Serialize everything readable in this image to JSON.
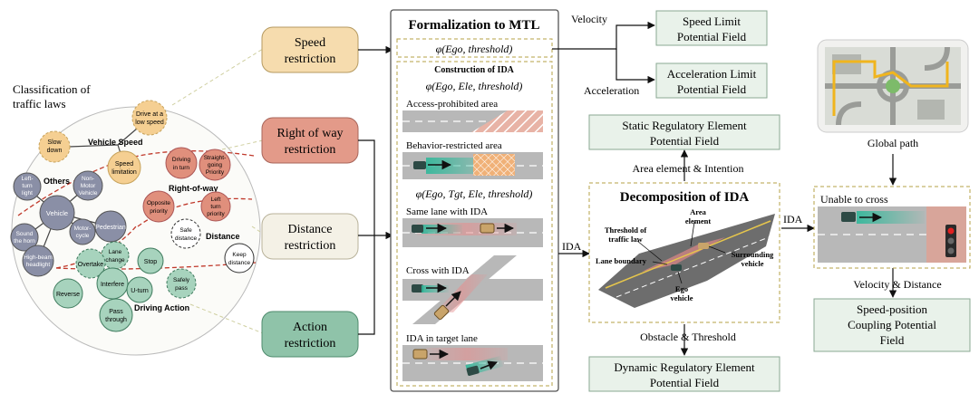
{
  "classification": {
    "title_line1": "Classification of",
    "title_line2": "traffic laws",
    "groups": {
      "vehicle_speed": "Vehicle Speed",
      "others": "Others",
      "right_of_way": "Right-of-way",
      "distance": "Distance",
      "driving_action": "Driving Action"
    },
    "nodes": {
      "slow_down_1": "Slow",
      "slow_down_2": "down",
      "drive_low_1": "Drive at a",
      "drive_low_2": "low speed",
      "speed_lim_1": "Speed",
      "speed_lim_2": "limitation",
      "left_turn_light_1": "Left-",
      "left_turn_light_2": "turn",
      "left_turn_light_3": "light",
      "non_motor_1": "Non-",
      "non_motor_2": "Motor",
      "non_motor_3": "Vehicle",
      "vehicle": "Vehicle",
      "pedestrian": "Pedestrian",
      "motorcycle_1": "Motor-",
      "motorcycle_2": "cycle",
      "sound_horn_1": "Sound",
      "sound_horn_2": "the horn",
      "high_beam_1": "High-beam",
      "high_beam_2": "headlight",
      "driving_turn_1": "Driving",
      "driving_turn_2": "in turn",
      "straight_1": "Straight-",
      "straight_2": "going",
      "straight_3": "Priority",
      "opposite_1": "Opposite",
      "opposite_2": "priority",
      "left_turn_pri_1": "Left",
      "left_turn_pri_2": "turn",
      "left_turn_pri_3": "priority",
      "safe_dist_1": "Safe",
      "safe_dist_2": "distance",
      "keep_dist_1": "Keep",
      "keep_dist_2": "distance",
      "lane_change_1": "Lane",
      "lane_change_2": "change",
      "overtake": "Overtake",
      "stop": "Stop",
      "interfere": "Interfere",
      "uturn": "U-turn",
      "safely_pass_1": "Safely",
      "safely_pass_2": "pass",
      "reverse": "Reverse",
      "pass_through_1": "Pass",
      "pass_through_2": "through"
    }
  },
  "restrictions": {
    "speed_1": "Speed",
    "speed_2": "restriction",
    "row_1": "Right of way",
    "row_2": "restriction",
    "distance_1": "Distance",
    "distance_2": "restriction",
    "action_1": "Action",
    "action_2": "restriction"
  },
  "mtl": {
    "title": "Formalization to MTL",
    "formula_speed": "φ(Ego, threshold)",
    "ida_title": "Construction of IDA",
    "formula_ele": "φ(Ego, Ele, threshold)",
    "access_prohibited": "Access-prohibited area",
    "behavior_restricted": "Behavior-restricted area",
    "formula_tgt": "φ(Ego, Tgt, Ele, threshold)",
    "same_lane": "Same lane with IDA",
    "cross": "Cross with IDA",
    "target_lane": "IDA in target lane"
  },
  "fields": {
    "velocity": "Velocity",
    "acceleration": "Acceleration",
    "speed_limit_1": "Speed Limit",
    "speed_limit_2": "Potential Field",
    "accel_limit_1": "Acceleration Limit",
    "accel_limit_2": "Potential Field",
    "static_1": "Static Regulatory Element",
    "static_2": "Potential Field",
    "area_intention": "Area element  & Intention",
    "ida_label_1": "IDA",
    "ida_label_2": "IDA",
    "obstacle_threshold": "Obstacle  & Threshold",
    "dynamic_1": "Dynamic Regulatory Element",
    "dynamic_2": "Potential Field"
  },
  "decomposition": {
    "title": "Decomposition of IDA",
    "threshold_1": "Threshold of",
    "threshold_2": "traffic law",
    "area_1": "Area",
    "area_2": "element",
    "lane_boundary": "Lane boundary",
    "surrounding_1": "Surrounding",
    "surrounding_2": "vehicle",
    "ego_1": "Ego",
    "ego_2": "vehicle"
  },
  "right": {
    "global_path": "Global path",
    "unable_cross": "Unable to cross",
    "velocity_distance": "Velocity  & Distance",
    "coupling_1": "Speed-position",
    "coupling_2": "Coupling Potential",
    "coupling_3": "Field"
  },
  "colors": {
    "speed": "#f6dcae",
    "right_of_way": "#e39a89",
    "distance": "#f4f1e6",
    "action": "#8fc3a9",
    "field_box": "#e9f2ea",
    "dash_gold": "#b6a046"
  }
}
